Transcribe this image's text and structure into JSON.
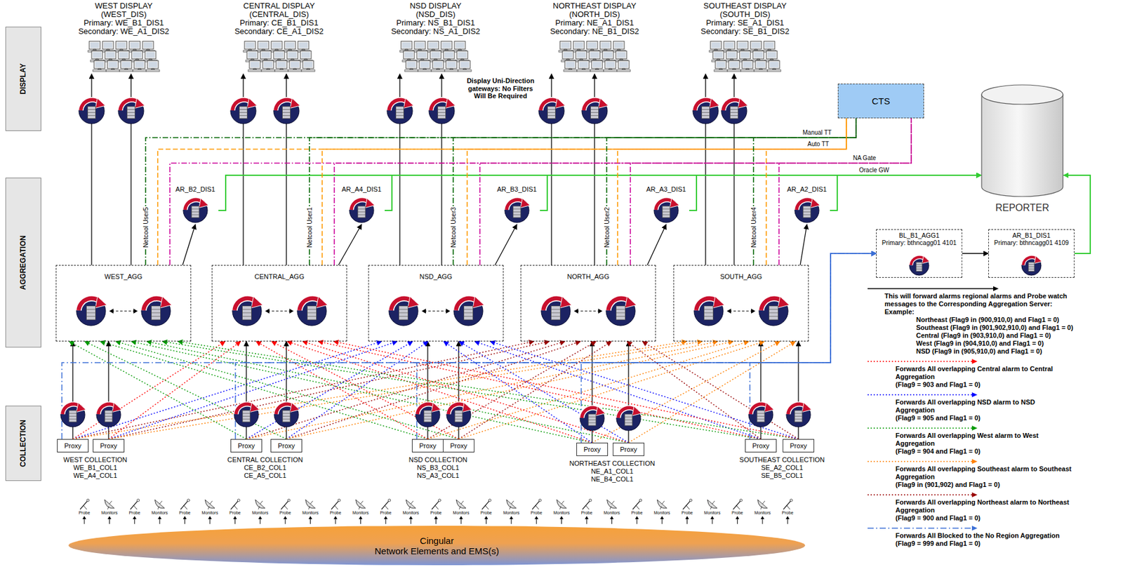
{
  "diagram": {
    "nodes": [
      {
        "text": [
          "DISPLAY"
        ]
      },
      {
        "text": [
          "WEST DISPLAY",
          "(WEST_DIS)",
          "Primary: WE_B1_DIS1",
          "Secondary: WE_A1_DIS2"
        ]
      },
      {
        "text": [
          "CENTRAL DISPLAY",
          "(CENTRAL_DIS)",
          "Primary: CE_B1_DIS1",
          "Secondary: CE_A1_DIS2"
        ]
      },
      {
        "text": [
          "NSD DISPLAY",
          "(NSD_DIS)",
          "Primary: NS_B1_DIS1",
          "Secondary: NS_A1_DIS2"
        ]
      },
      {
        "text": [
          "NORTHEAST DISPLAY",
          "(NORTH_DIS)",
          "Primary: NE_A1_DIS1",
          "Secondary: NE_B1_DIS2"
        ]
      },
      {
        "text": [
          "SOUTHEAST DISPLAY",
          "(SOUTH_DIS)",
          "Primary: SE_A1_DIS1",
          "Secondary: SE_B1_DIS2"
        ]
      },
      {
        "text": [
          "CTS"
        ]
      },
      {
        "text": [
          "REPORTER"
        ]
      },
      {
        "text": [
          "AGGREGATION"
        ]
      },
      {
        "text": [
          "AR_B2_DIS1"
        ]
      },
      {
        "text": [
          "AR_A4_DIS1"
        ]
      },
      {
        "text": [
          "AR_B3_DIS1"
        ]
      },
      {
        "text": [
          "AR_A3_DIS1"
        ]
      },
      {
        "text": [
          "AR_A2_DIS1"
        ]
      },
      {
        "text": [
          "BL_B1_AGG1",
          "Primary: bthncagg01 4101"
        ]
      },
      {
        "text": [
          "AR_B1_DIS1",
          "Primary: bthncagg01 4109"
        ]
      },
      {
        "text": [
          "WEST_AGG"
        ]
      },
      {
        "text": [
          "CENTRAL_AGG"
        ]
      },
      {
        "text": [
          "NSD_AGG"
        ]
      },
      {
        "text": [
          "NORTH_AGG"
        ]
      },
      {
        "text": [
          "SOUTH_AGG"
        ]
      },
      {
        "text": [
          "COLLECTION"
        ]
      },
      {
        "text": [
          "Proxy"
        ]
      },
      {
        "text": [
          "Proxy"
        ]
      },
      {
        "text": [
          "Proxy"
        ]
      },
      {
        "text": [
          "Proxy"
        ]
      },
      {
        "text": [
          "Proxy"
        ]
      },
      {
        "text": [
          "Proxy"
        ]
      },
      {
        "text": [
          "Proxy"
        ]
      },
      {
        "text": [
          "Proxy"
        ]
      },
      {
        "text": [
          "Proxy"
        ]
      },
      {
        "text": [
          "Proxy"
        ]
      },
      {
        "text": [
          "Cingular",
          "Network Elements and EMS(s)"
        ]
      }
    ],
    "edges": [
      {
        "from": 16,
        "to": 1,
        "arrow": "to"
      },
      {
        "from": 16,
        "to": 1,
        "arrow": "to"
      },
      {
        "from": 17,
        "to": 2,
        "arrow": "to"
      },
      {
        "from": 17,
        "to": 2,
        "arrow": "to"
      },
      {
        "from": 18,
        "to": 3,
        "arrow": "to"
      },
      {
        "from": 18,
        "to": 3,
        "arrow": "to"
      },
      {
        "from": 19,
        "to": 4,
        "arrow": "to"
      },
      {
        "from": 19,
        "to": 4,
        "arrow": "to"
      },
      {
        "from": 20,
        "to": 5,
        "arrow": "to"
      },
      {
        "from": 20,
        "to": 5,
        "arrow": "to"
      },
      {
        "from": 16,
        "to": 9,
        "arrow": "to"
      },
      {
        "from": 17,
        "to": 10,
        "arrow": "to"
      },
      {
        "from": 18,
        "to": 11,
        "arrow": "to"
      },
      {
        "from": 19,
        "to": 12,
        "arrow": "to"
      },
      {
        "from": 20,
        "to": 13,
        "arrow": "to"
      },
      {
        "from": 9,
        "to": 7,
        "arrow": "to"
      },
      {
        "from": 10,
        "to": 7,
        "arrow": "to"
      },
      {
        "from": 11,
        "to": 7,
        "arrow": "to"
      },
      {
        "from": 12,
        "to": 7,
        "arrow": "to"
      },
      {
        "from": 13,
        "to": 7,
        "arrow": "to"
      },
      {
        "from": 14,
        "to": 15,
        "arrow": "to"
      },
      {
        "from": 15,
        "to": 7,
        "arrow": "to"
      },
      {
        "from": 16,
        "to": 6,
        "arrow": "none",
        "label": "Netcool User5"
      },
      {
        "from": 16,
        "to": 6,
        "arrow": "none"
      },
      {
        "from": 16,
        "to": 6,
        "arrow": "none"
      },
      {
        "from": 17,
        "to": 6,
        "arrow": "none",
        "label": "Netcool User1"
      },
      {
        "from": 17,
        "to": 6,
        "arrow": "none"
      },
      {
        "from": 17,
        "to": 6,
        "arrow": "none"
      },
      {
        "from": 18,
        "to": 6,
        "arrow": "none",
        "label": "Netcool User3"
      },
      {
        "from": 18,
        "to": 6,
        "arrow": "none"
      },
      {
        "from": 18,
        "to": 6,
        "arrow": "none"
      },
      {
        "from": 19,
        "to": 6,
        "arrow": "none",
        "label": "Netcool User2"
      },
      {
        "from": 19,
        "to": 6,
        "arrow": "none"
      },
      {
        "from": 19,
        "to": 6,
        "arrow": "none"
      },
      {
        "from": 20,
        "to": 6,
        "arrow": "none",
        "label": "Netcool User4"
      },
      {
        "from": 20,
        "to": 6,
        "arrow": "none"
      },
      {
        "from": 20,
        "to": 6,
        "arrow": "none"
      },
      {
        "from": 22,
        "to": 16,
        "arrow": "to"
      },
      {
        "from": 23,
        "to": 16,
        "arrow": "to"
      },
      {
        "from": 24,
        "to": 17,
        "arrow": "to"
      },
      {
        "from": 25,
        "to": 17,
        "arrow": "to"
      },
      {
        "from": 26,
        "to": 18,
        "arrow": "to"
      },
      {
        "from": 27,
        "to": 18,
        "arrow": "to"
      },
      {
        "from": 28,
        "to": 19,
        "arrow": "to"
      },
      {
        "from": 29,
        "to": 19,
        "arrow": "to"
      },
      {
        "from": 30,
        "to": 20,
        "arrow": "to"
      },
      {
        "from": 31,
        "to": 20,
        "arrow": "to"
      },
      {
        "from": 22,
        "to": 17,
        "arrow": "to"
      },
      {
        "from": 22,
        "to": 18,
        "arrow": "to"
      },
      {
        "from": 22,
        "to": 19,
        "arrow": "to"
      },
      {
        "from": 22,
        "to": 20,
        "arrow": "to"
      },
      {
        "from": 23,
        "to": 17,
        "arrow": "to"
      },
      {
        "from": 23,
        "to": 18,
        "arrow": "to"
      },
      {
        "from": 23,
        "to": 19,
        "arrow": "to"
      },
      {
        "from": 23,
        "to": 20,
        "arrow": "to"
      },
      {
        "from": 24,
        "to": 16,
        "arrow": "to"
      },
      {
        "from": 24,
        "to": 18,
        "arrow": "to"
      },
      {
        "from": 24,
        "to": 19,
        "arrow": "to"
      },
      {
        "from": 24,
        "to": 20,
        "arrow": "to"
      },
      {
        "from": 25,
        "to": 16,
        "arrow": "to"
      },
      {
        "from": 25,
        "to": 18,
        "arrow": "to"
      },
      {
        "from": 25,
        "to": 19,
        "arrow": "to"
      },
      {
        "from": 25,
        "to": 20,
        "arrow": "to"
      },
      {
        "from": 26,
        "to": 16,
        "arrow": "to"
      },
      {
        "from": 26,
        "to": 17,
        "arrow": "to"
      },
      {
        "from": 26,
        "to": 19,
        "arrow": "to"
      },
      {
        "from": 26,
        "to": 20,
        "arrow": "to"
      },
      {
        "from": 27,
        "to": 16,
        "arrow": "to"
      },
      {
        "from": 27,
        "to": 17,
        "arrow": "to"
      },
      {
        "from": 27,
        "to": 19,
        "arrow": "to"
      },
      {
        "from": 27,
        "to": 20,
        "arrow": "to"
      },
      {
        "from": 28,
        "to": 16,
        "arrow": "to"
      },
      {
        "from": 28,
        "to": 17,
        "arrow": "to"
      },
      {
        "from": 28,
        "to": 18,
        "arrow": "to"
      },
      {
        "from": 28,
        "to": 20,
        "arrow": "to"
      },
      {
        "from": 29,
        "to": 16,
        "arrow": "to"
      },
      {
        "from": 29,
        "to": 17,
        "arrow": "to"
      },
      {
        "from": 29,
        "to": 18,
        "arrow": "to"
      },
      {
        "from": 29,
        "to": 20,
        "arrow": "to"
      },
      {
        "from": 30,
        "to": 16,
        "arrow": "to"
      },
      {
        "from": 30,
        "to": 17,
        "arrow": "to"
      },
      {
        "from": 30,
        "to": 18,
        "arrow": "to"
      },
      {
        "from": 30,
        "to": 19,
        "arrow": "to"
      },
      {
        "from": 31,
        "to": 16,
        "arrow": "to"
      },
      {
        "from": 31,
        "to": 17,
        "arrow": "to"
      },
      {
        "from": 31,
        "to": 18,
        "arrow": "to"
      },
      {
        "from": 31,
        "to": 19,
        "arrow": "to"
      },
      {
        "from": 22,
        "to": 14,
        "arrow": "to"
      },
      {
        "from": 24,
        "to": 14,
        "arrow": "to"
      },
      {
        "from": 26,
        "to": 14,
        "arrow": "to"
      },
      {
        "from": 28,
        "to": 14,
        "arrow": "to"
      },
      {
        "from": 30,
        "to": 14,
        "arrow": "to"
      }
    ],
    "labels": [
      "Display Uni-Direction gateways: No Filters Will Be Required",
      "Manual TT",
      "Auto TT",
      "NA Gate",
      "Oracle GW",
      "WEST COLLECTION",
      "WE_B1_COL1",
      "WE_A4_COL1",
      "CENTRAL COLLECTION",
      "CE_B2_COL1",
      "CE_A5_COL1",
      "NSD COLLECTION",
      "NS_B3_COL1",
      "NS_A3_COL1",
      "NORTHEAST COLLECTION",
      "NE_A1_COL1",
      "NE_B4_COL1",
      "SOUTHEAST COLLECTION",
      "SE_A2_COL1",
      "SE_B5_COL1",
      "Example:",
      "Northeast (Flag9 in (900,910,0) and Flag1 = 0)",
      "Southeast (Flag9 in (901,902,910,0) and Flag1 = 0)",
      "Central (Flag9 in (903,910,0) and Flag1 = 0)",
      "West (Flag9 in (904,910,0) and Flag1 = 0)",
      "NSD (Flag9 in (905,910,0) and Flag1 = 0)",
      "(Flag9 = 903 and Flag1 = 0)",
      "(Flag9 = 905 and Flag1 = 0)",
      "(Flag9 = 904 and Flag1 = 0)",
      "(Flag9 in (901,902) and Flag1 = 0)",
      "(Flag9 = 900 and Flag1 = 0)",
      "(Flag9 = 999 and Flag1 = 0)",
      "Probe",
      "Monitors",
      "Probe",
      "Monitors",
      "Probe",
      "Monitors",
      "Probe",
      "Monitors",
      "Probe",
      "Monitors",
      "Probe",
      "Monitors",
      "Probe",
      "Monitors",
      "Probe",
      "Monitors",
      "Probe",
      "Monitors",
      "Probe",
      "Monitors",
      "Probe",
      "Monitors",
      "Probe",
      "Monitors",
      "Probe",
      "Monitors",
      "Probe",
      "Monitors",
      "Probe"
    ],
    "legend": [
      {
        "text": "This will forward alarms regional alarms and Probe watch messages to the Corresponding Aggregation Server:"
      },
      {
        "text": "Forwards All overlapping Central alarm to Central Aggregation"
      },
      {
        "text": "Forwards All overlapping NSD alarm to NSD Aggregation"
      },
      {
        "text": "Forwards All overlapping West alarm to West Aggregation"
      },
      {
        "text": "Forwards All overlapping Southeast alarm to Southeast Aggregation"
      },
      {
        "text": "Forwards All overlapping Northeast alarm to Northeast Aggregation"
      },
      {
        "text": "Forwards All Blocked to the No Region Aggregation"
      }
    ]
  }
}
